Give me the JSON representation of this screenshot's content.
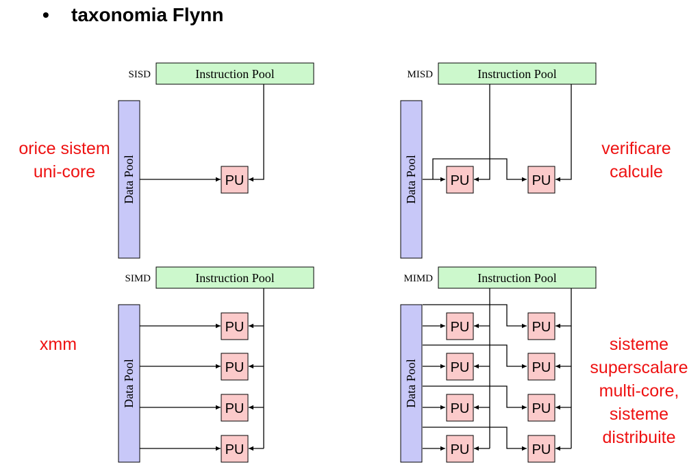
{
  "title": "taxonomia Flynn",
  "colors": {
    "instruction_pool": "#ccf8cc",
    "data_pool": "#c8c8f8",
    "pu": "#fbcaca",
    "annotation": "#ee1111"
  },
  "labels": {
    "instruction_pool": "Instruction Pool",
    "data_pool": "Data Pool",
    "pu": "PU"
  },
  "quadrants": [
    {
      "name": "SISD",
      "note": [
        "orice sistem",
        "uni-core"
      ]
    },
    {
      "name": "MISD",
      "note": [
        "verificare",
        "calcule"
      ]
    },
    {
      "name": "SIMD",
      "note": [
        "xmm"
      ]
    },
    {
      "name": "MIMD",
      "note": [
        "sisteme",
        "superscalare",
        "multi-core,",
        "sisteme",
        "distribuite"
      ]
    }
  ]
}
